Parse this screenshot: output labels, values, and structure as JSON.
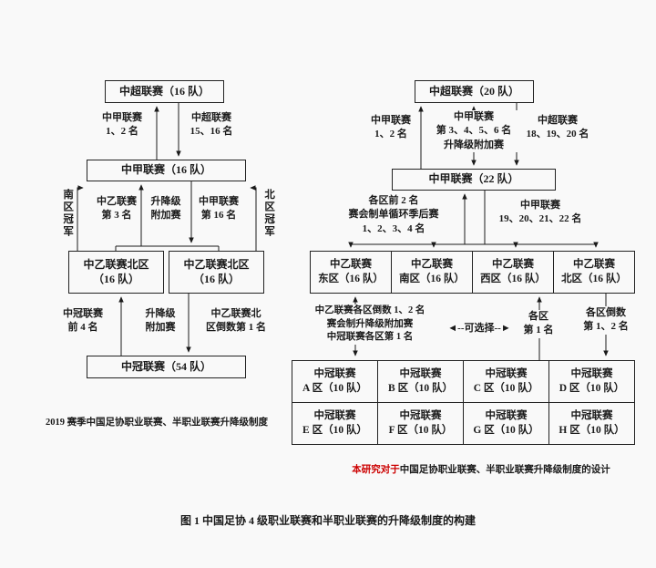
{
  "figure": {
    "caption": "图 1  中国足协 4 级职业联赛和半职业联赛的升降级制度的构建"
  },
  "left": {
    "caption": "2019 赛季中国足协职业联赛、半职业联赛升降级制度",
    "csl_box": "中超联赛（16 队）",
    "promo_to_csl": "中甲联赛\n1、2 名",
    "releg_from_csl": "中超联赛\n15、16 名",
    "l1_box": "中甲联赛（16 队）",
    "south_champion": "南区冠军",
    "north_champion": "北区冠军",
    "l2_third": "中乙联赛\n第 3 名",
    "playoff_upper": "升降级\n附加赛",
    "l1_16th": "中甲联赛\n第 16 名",
    "l2_boxes": [
      "中乙联赛北区\n（16 队）",
      "中乙联赛北区\n（16 队）"
    ],
    "cmcl_top4": "中冠联赛\n前 4 名",
    "playoff_lower": "升降级\n附加赛",
    "l2_last": "中乙联赛北\n区倒数第 1 名",
    "cmcl_box": "中冠联赛（54 队）"
  },
  "right": {
    "caption_highlight": "本研究对于",
    "caption_rest": "中国足协职业联赛、半职业联赛升降级制度的设计",
    "csl_box": "中超联赛（20 队）",
    "promo_to_csl": "中甲联赛\n1、2 名",
    "csl_playoff": "中甲联赛\n第 3、4、5、6 名\n升降级附加赛",
    "releg_from_csl": "中超联赛\n18、19、20 名",
    "l1_box": "中甲联赛（22 队）",
    "l2_promo": "各区前 2 名\n赛会制单循环季后赛\n1、2、3、4 名",
    "l1_releg": "中甲联赛\n19、20、21、22 名",
    "l2_boxes": [
      "中乙联赛\n东区（16 队）",
      "中乙联赛\n南区（16 队）",
      "中乙联赛\n西区（16 队）",
      "中乙联赛\n北区（16 队）"
    ],
    "l2_playoff": "中乙联赛各区倒数 1、2 名\n赛会制升降级附加赛\n中冠联赛各区第 1 名",
    "selectable": "◄--可选择--►",
    "district_first": "各区\n第 1 名",
    "district_last": "各区倒数\n第 1、2 名",
    "cmcl_cells": [
      "中冠联赛\nA 区（10 队）",
      "中冠联赛\nB 区（10 队）",
      "中冠联赛\nC 区（10 队）",
      "中冠联赛\nD 区（10 队）",
      "中冠联赛\nE 区（10 队）",
      "中冠联赛\nF 区（10 队）",
      "中冠联赛\nG 区（10 队）",
      "中冠联赛\nH 区（10 队）"
    ]
  },
  "colors": {
    "highlight": "#cc0000",
    "line": "#1a1a1a"
  }
}
